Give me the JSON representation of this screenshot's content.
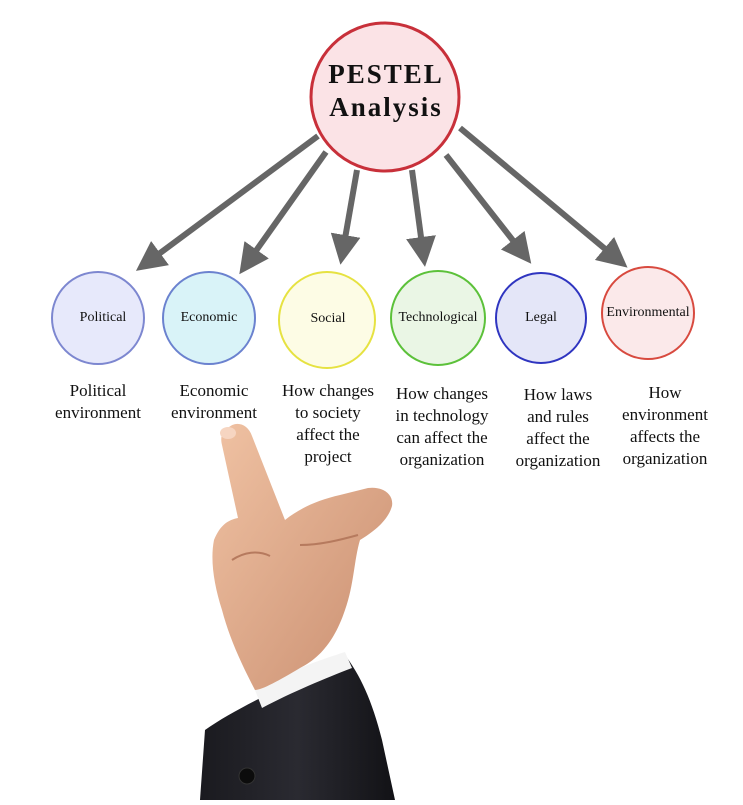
{
  "title": {
    "line1": "PESTEL",
    "line2": "Analysis",
    "stroke": "#c8303a",
    "fill": "#fbe3e6"
  },
  "factors": [
    {
      "label": "Political",
      "description": [
        "Political",
        "environment"
      ],
      "stroke": "#7d87d0",
      "fill": "#e7e9fb"
    },
    {
      "label": "Economic",
      "description": [
        "Economic",
        "environment"
      ],
      "stroke": "#6b82cf",
      "fill": "#d9f3f8"
    },
    {
      "label": "Social",
      "description": [
        "How changes",
        "to society",
        "affect the",
        "project"
      ],
      "stroke": "#e6e241",
      "fill": "#fdfce5"
    },
    {
      "label": "Technological",
      "description": [
        "How changes",
        "in technology",
        "can affect the",
        "organization"
      ],
      "stroke": "#5cc13a",
      "fill": "#eaf6e5"
    },
    {
      "label": "Legal",
      "description": [
        "How laws",
        "and rules",
        "affect the",
        "organization"
      ],
      "stroke": "#2f35c0",
      "fill": "#e4e6f8"
    },
    {
      "label": "Environmental",
      "description": [
        "How",
        "environment",
        "affects the",
        "organization"
      ],
      "stroke": "#d84a3f",
      "fill": "#fbe9ea"
    }
  ],
  "arrow_color": "#666666"
}
